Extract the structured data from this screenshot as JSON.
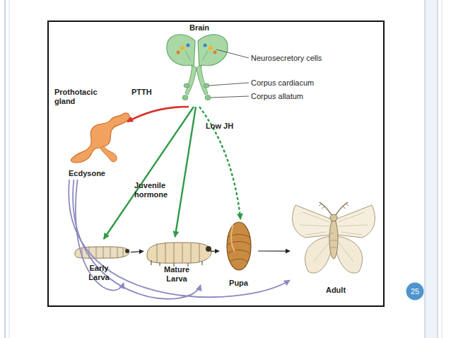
{
  "diagram": {
    "nodes": [
      {
        "text": [
          "Brain"
        ]
      },
      {
        "text": [
          "Prothotacic gland",
          "Ecdysone"
        ]
      },
      {
        "text": [
          "Early Larva"
        ]
      },
      {
        "text": [
          "Mature Larva"
        ]
      },
      {
        "text": [
          "Pupa"
        ]
      },
      {
        "text": [
          "Adult"
        ]
      }
    ],
    "edges": [
      {
        "from": 0,
        "to": 1,
        "label": "PTTH",
        "arrow": "to"
      },
      {
        "from": 0,
        "to": 2,
        "arrow": "to"
      },
      {
        "from": 0,
        "to": 3,
        "arrow": "to"
      },
      {
        "from": 0,
        "to": 4,
        "label": "Low JH",
        "arrow": "to"
      },
      {
        "from": 1,
        "to": 2,
        "arrow": "to"
      },
      {
        "from": 1,
        "to": 3,
        "arrow": "to"
      },
      {
        "from": 1,
        "to": 5,
        "arrow": "to"
      },
      {
        "from": 2,
        "to": 3,
        "arrow": "to"
      },
      {
        "from": 3,
        "to": 4,
        "arrow": "to"
      },
      {
        "from": 4,
        "to": 5,
        "arrow": "to"
      }
    ],
    "labels": [
      "Neurosecretory cells",
      "Corpus cardiacum",
      "Corpus allatum",
      "Juvenile hormone",
      "25"
    ]
  }
}
